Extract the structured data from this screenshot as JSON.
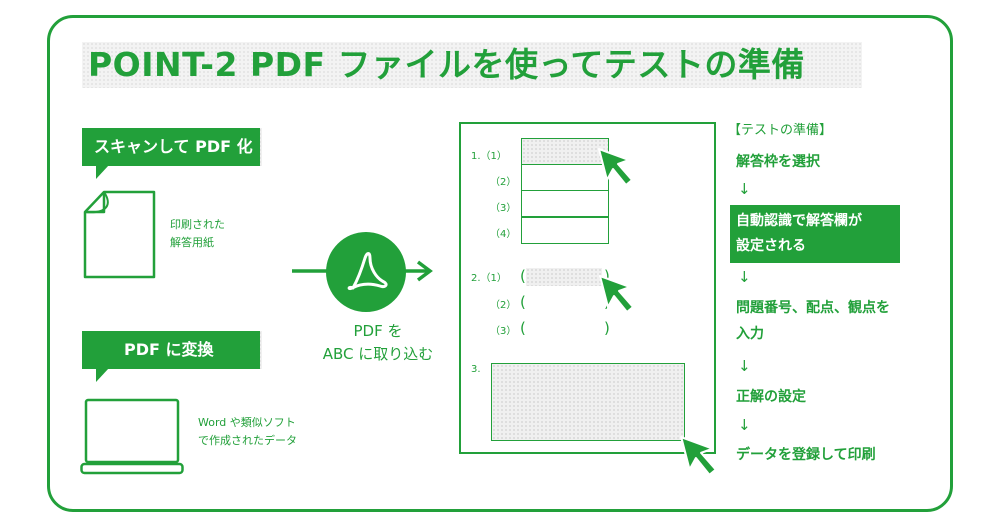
{
  "title": "POINT-2  PDF ファイルを使ってテストの準備",
  "left": {
    "scan_label": "スキャンして PDF 化",
    "scan_caption_line1": "印刷された",
    "scan_caption_line2": "解答用紙",
    "convert_label": "PDF に変換",
    "convert_caption_line1": "Word や類似ソフト",
    "convert_caption_line2": "で作成されたデータ"
  },
  "center": {
    "caption_line1": "PDF を",
    "caption_line2": "ABC に取り込む"
  },
  "sheet": {
    "q1": "1.（1）",
    "q1_2": "（2）",
    "q1_3": "（3）",
    "q1_4": "（4）",
    "q2": "2.（1）",
    "q2_2": "（2）",
    "q2_3": "（3）",
    "q3": "3.",
    "open_paren": "(",
    "close_paren": ")"
  },
  "steps": {
    "title": "【テストの準備】",
    "s1": "解答枠を選択",
    "arrow": "↓",
    "s2_line1": "自動認識で解答欄が",
    "s2_line2": "設定される",
    "s3_line1": "問題番号、配点、観点を",
    "s3_line2": "入力",
    "s4": "正解の設定",
    "s5": "データを登録して印刷"
  },
  "colors": {
    "accent": "#22a03a"
  },
  "icons": [
    "document-icon",
    "laptop-icon",
    "acrobat-icon",
    "cursor-icon",
    "arrow-right-icon"
  ]
}
